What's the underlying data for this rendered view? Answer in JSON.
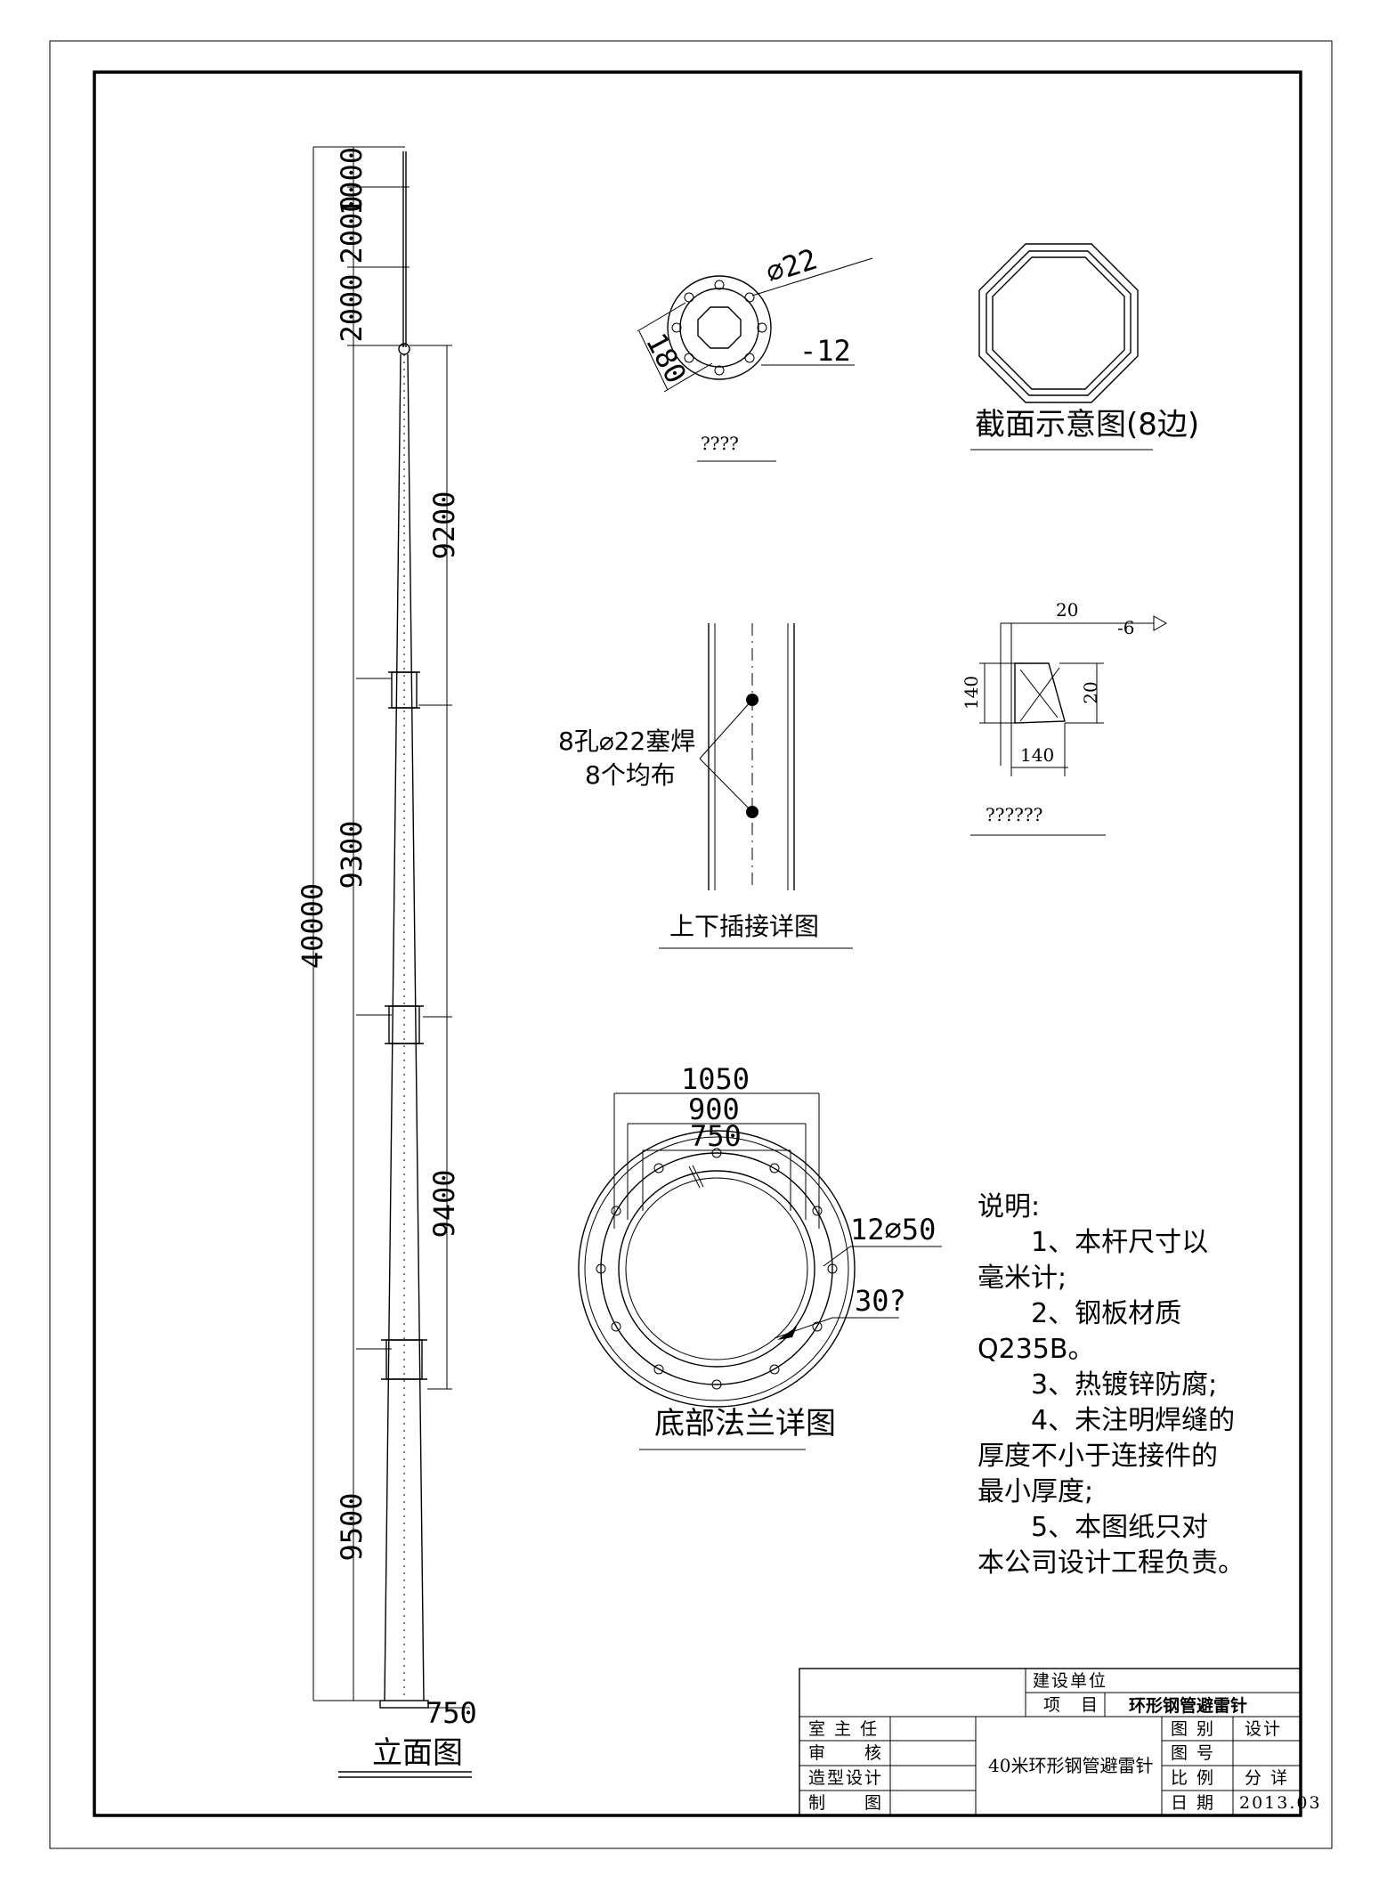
{
  "elevation": {
    "title": "立面图",
    "dims_left": [
      "1000",
      "2000",
      "2000",
      "40000",
      "9300",
      "9500"
    ],
    "dims_right": [
      "9200",
      "9400"
    ],
    "base_width": "750",
    "total_height": "40000"
  },
  "top_flange": {
    "hole_label": "⌀22",
    "dim_label": "180",
    "plate_label": "-12",
    "caption": "????"
  },
  "section": {
    "caption": "截面示意图(8边)"
  },
  "splice": {
    "note_line1": "8孔⌀22塞焊",
    "note_line2": "8个均布",
    "caption": "上下插接详图"
  },
  "stiffener": {
    "top_dim": "20",
    "plate": "-6",
    "right_dim": "20",
    "left_dim": "140",
    "bottom_dim": "140",
    "caption": "??????"
  },
  "base_flange": {
    "d1": "1050",
    "d2": "900",
    "d3": "750",
    "holes": "12⌀50",
    "angle": "30?",
    "caption": "底部法兰详图"
  },
  "notes": {
    "title": "说明:",
    "lines": [
      "1、本杆尺寸以",
      "毫米计;",
      "2、钢板材质",
      "Q235B。",
      "3、热镀锌防腐;",
      "4、未注明焊缝的",
      "厚度不小于连接件的",
      "最小厚度;",
      "5、本图纸只对",
      "本公司设计工程负责。"
    ]
  },
  "title_block": {
    "owner_label": "建设单位",
    "project_label": "项　目",
    "project_value": "环形钢管避雷针",
    "drawing_name": "40米环形钢管避雷针",
    "roles": [
      "室 主 任",
      "审　　核",
      "造型设计",
      "制　　图"
    ],
    "right_labels": [
      "图 别",
      "图 号",
      "比 例",
      "日 期"
    ],
    "right_values": [
      "设计",
      "",
      "分 详",
      "2013.03"
    ]
  }
}
